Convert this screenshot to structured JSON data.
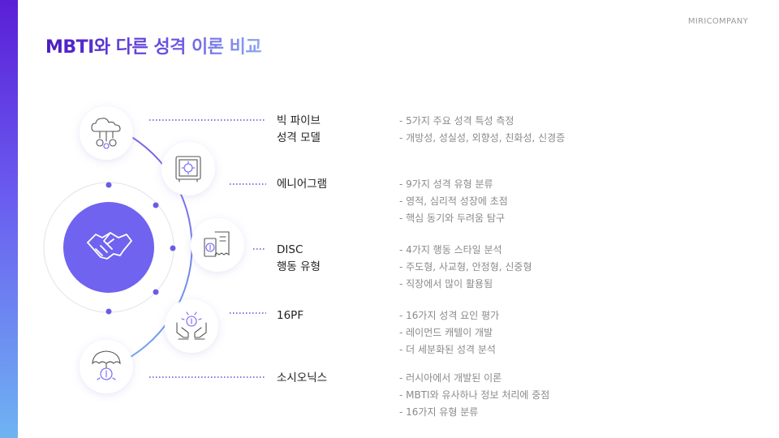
{
  "brand": "MIRICOMPANY",
  "title": "MBTI와 다른 성격 이론 비교",
  "colors": {
    "accent": "#6f63f0",
    "bar_top": "#5a1fd6",
    "bar_bottom": "#6fb3f2",
    "dot": "#6a5ce6"
  },
  "rows": [
    {
      "name_lines": [
        "빅 파이브",
        "성격 모델"
      ],
      "icon": "cloud-money-icon",
      "desc": [
        "- 5가지 주요 성격 특성 측정",
        "- 개방성, 성실성, 외향성, 친화성, 신경증"
      ]
    },
    {
      "name_lines": [
        "에니어그램"
      ],
      "icon": "safe-icon",
      "desc": [
        "- 9가지 성격 유형 분류",
        "- 영적, 심리적 성장에 초점",
        "- 핵심 동기와 두려움 탐구"
      ]
    },
    {
      "name_lines": [
        "DISC",
        "행동 유형"
      ],
      "icon": "receipt-icon",
      "desc": [
        "- 4가지 행동 스타일 분석",
        "- 주도형, 사교형, 안정형, 신중형",
        "- 직장에서 많이 활용됨"
      ]
    },
    {
      "name_lines": [
        "16PF"
      ],
      "icon": "hands-coin-icon",
      "desc": [
        "- 16가지 성격 요인 평가",
        "- 레이먼드 캐텔이 개발",
        "- 더 세분화된 성격 분석"
      ]
    },
    {
      "name_lines": [
        "소시오닉스"
      ],
      "icon": "umbrella-money-icon",
      "desc": [
        "- 러시아에서 개발된 이론",
        "- MBTI와 유사하나 정보 처리에 중점",
        "- 16가지 유형 분류"
      ]
    }
  ],
  "center_icon": "handshake-icon"
}
